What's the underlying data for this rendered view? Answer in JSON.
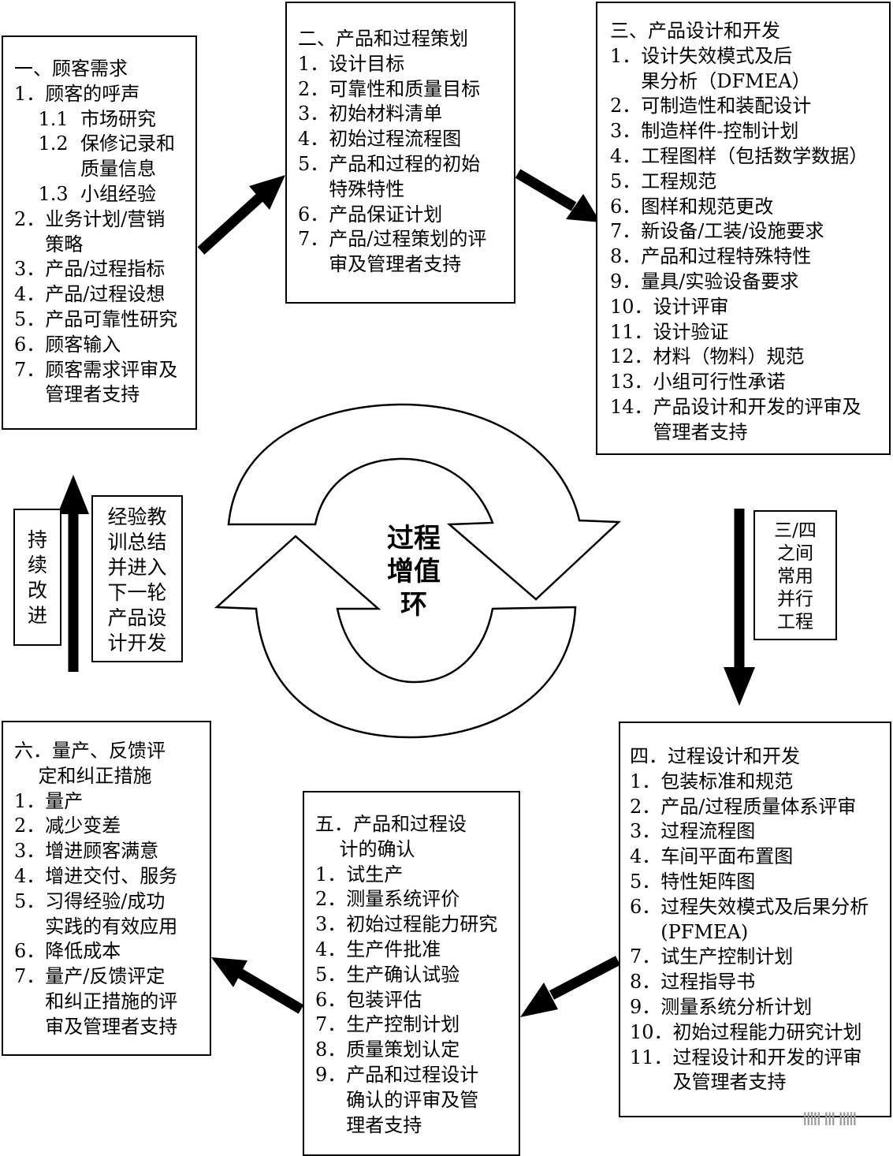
{
  "center_label": "过程\n增值\n环",
  "stage1": {
    "title": "一、顾客需求",
    "items": [
      {
        "num": "1．",
        "text": "顾客的呼声"
      },
      {
        "num": "    1.1  ",
        "text": "市场研究"
      },
      {
        "num": "    1.2  ",
        "text": "保修记录和\n质量信息"
      },
      {
        "num": "    1.3  ",
        "text": "小组经验"
      },
      {
        "num": "2．",
        "text": "业务计划/营销\n策略"
      },
      {
        "num": "3．",
        "text": "产品/过程指标"
      },
      {
        "num": "4．",
        "text": "产品/过程设想"
      },
      {
        "num": "5．",
        "text": "产品可靠性研究"
      },
      {
        "num": "6．",
        "text": "顾客输入"
      },
      {
        "num": "7．",
        "text": "顾客需求评审及\n管理者支持"
      }
    ]
  },
  "stage2": {
    "title": "二、产品和过程策划",
    "items": [
      {
        "num": "1．",
        "text": "设计目标"
      },
      {
        "num": "2．",
        "text": "可靠性和质量目标"
      },
      {
        "num": "3．",
        "text": "初始材料清单"
      },
      {
        "num": "4．",
        "text": "初始过程流程图"
      },
      {
        "num": "5．",
        "text": "产品和过程的初始\n特殊特性"
      },
      {
        "num": "6．",
        "text": "产品保证计划"
      },
      {
        "num": "7．",
        "text": "产品/过程策划的评\n审及管理者支持"
      }
    ]
  },
  "stage3": {
    "title": "三、产品设计和开发",
    "items": [
      {
        "num": "1．",
        "text": "设计失效模式及后\n果分析（DFMEA）"
      },
      {
        "num": "2．",
        "text": "可制造性和装配设计"
      },
      {
        "num": "3．",
        "text": "制造样件-控制计划"
      },
      {
        "num": "4．",
        "text": "工程图样（包括数学数据）"
      },
      {
        "num": "5．",
        "text": "工程规范"
      },
      {
        "num": "6．",
        "text": "图样和规范更改"
      },
      {
        "num": "7．",
        "text": "新设备/工装/设施要求"
      },
      {
        "num": "8．",
        "text": "产品和过程特殊特性"
      },
      {
        "num": "9．",
        "text": "量具/实验设备要求"
      },
      {
        "num": "10．",
        "text": "设计评审"
      },
      {
        "num": "11．",
        "text": "设计验证"
      },
      {
        "num": "12．",
        "text": "材料（物料）规范"
      },
      {
        "num": "13．",
        "text": "小组可行性承诺"
      },
      {
        "num": "14．",
        "text": "产品设计和开发的评审及\n管理者支持"
      }
    ]
  },
  "stage4": {
    "title": "四．过程设计和开发",
    "items": [
      {
        "num": "1．",
        "text": "包装标准和规范"
      },
      {
        "num": "2．",
        "text": "产品/过程质量体系评审"
      },
      {
        "num": "3．",
        "text": "过程流程图"
      },
      {
        "num": "4．",
        "text": "车间平面布置图"
      },
      {
        "num": "5．",
        "text": "特性矩阵图"
      },
      {
        "num": "6．",
        "text": "过程失效模式及后果分析\n(PFMEA)"
      },
      {
        "num": "7．",
        "text": "试生产控制计划"
      },
      {
        "num": "8．",
        "text": "过程指导书"
      },
      {
        "num": "9．",
        "text": "测量系统分析计划"
      },
      {
        "num": "10．",
        "text": "初始过程能力研究计划"
      },
      {
        "num": "11．",
        "text": "过程设计和开发的评审\n及管理者支持"
      }
    ]
  },
  "stage5": {
    "title": "五．产品和过程设\n    计的确认",
    "items": [
      {
        "num": "1．",
        "text": "试生产"
      },
      {
        "num": "2．",
        "text": "测量系统评价"
      },
      {
        "num": "3．",
        "text": "初始过程能力研究"
      },
      {
        "num": "4．",
        "text": "生产件批准"
      },
      {
        "num": "5．",
        "text": "生产确认试验"
      },
      {
        "num": "6．",
        "text": "包装评估"
      },
      {
        "num": "7．",
        "text": "生产控制计划"
      },
      {
        "num": "8．",
        "text": "质量策划认定"
      },
      {
        "num": "9．",
        "text": "产品和过程设计\n确认的评审及管\n理者支持"
      }
    ]
  },
  "stage6": {
    "title": "六．量产、反馈评\n    定和纠正措施",
    "items": [
      {
        "num": "1．",
        "text": "量产"
      },
      {
        "num": "2．",
        "text": "减少变差"
      },
      {
        "num": "3．",
        "text": "增进顾客满意"
      },
      {
        "num": "4．",
        "text": "增进交付、服务"
      },
      {
        "num": "5．",
        "text": "习得经验/成功\n实践的有效应用"
      },
      {
        "num": "6．",
        "text": "降低成本"
      },
      {
        "num": "7．",
        "text": "量产/反馈评定\n和纠正措施的评\n审及管理者支持"
      }
    ]
  },
  "side_notes": {
    "continuous_improvement": "持\n续\n改\n进",
    "lessons_learned": "经验教\n训总结\n并进入\n下一轮\n产品设\n计开发",
    "concurrent": "三/四\n之间\n常用\n并行\n工程"
  },
  "watermark": "IIlII III IIIlI"
}
